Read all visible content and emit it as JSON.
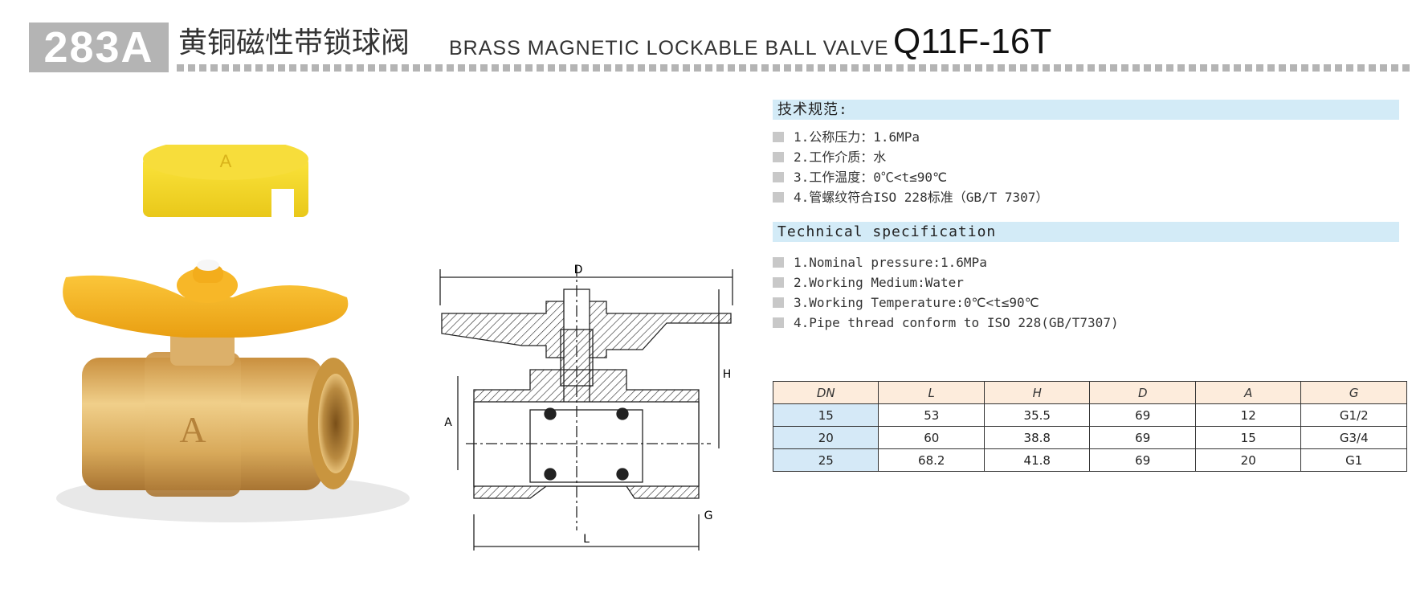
{
  "header": {
    "code": "283A",
    "title_cn": "黄铜磁性带锁球阀",
    "title_en": "BRASS MAGNETIC LOCKABLE BALL VALVE",
    "model": "Q11F-16T"
  },
  "spec_cn": {
    "heading": "技术规范:",
    "items": [
      "1.公称压力：1.6MPa",
      "2.工作介质：水",
      "3.工作温度：0℃<t≤90℃",
      "4.管螺纹符合ISO 228标准（GB/T 7307）"
    ]
  },
  "spec_en": {
    "heading": "Technical specification",
    "items": [
      "1.Nominal pressure:1.6MPa",
      "2.Working Medium:Water",
      "3.Working Temperature:0℃<t≤90℃",
      "4.Pipe thread conform to ISO 228(GB/T7307)"
    ]
  },
  "table": {
    "headers": [
      "DN",
      "L",
      "H",
      "D",
      "A",
      "G"
    ],
    "rows": [
      [
        "15",
        "53",
        "35.5",
        "69",
        "12",
        "G1/2"
      ],
      [
        "20",
        "60",
        "38.8",
        "69",
        "15",
        "G3/4"
      ],
      [
        "25",
        "68.2",
        "41.8",
        "69",
        "20",
        "G1"
      ]
    ]
  },
  "drawing_labels": {
    "d": "D",
    "h": "H",
    "a": "A",
    "l": "L",
    "g": "G"
  },
  "colors": {
    "code_box": "#b4b4b4",
    "section_head": "#d3ebf7",
    "table_head": "#fdecdc",
    "table_dn": "#d5e9f7",
    "handle_yellow": "#f4b71f",
    "brass": "#d8a95a"
  }
}
